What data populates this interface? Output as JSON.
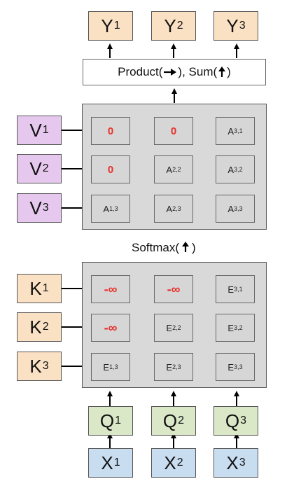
{
  "outputs": [
    {
      "letter": "Y",
      "index": "1"
    },
    {
      "letter": "Y",
      "index": "2"
    },
    {
      "letter": "Y",
      "index": "3"
    }
  ],
  "product_label": "Product(➞), Sum(🡅)",
  "product_text": {
    "prefix": "Product(",
    "mid": "), Sum(",
    "suffix": ")"
  },
  "values": [
    {
      "letter": "V",
      "index": "1"
    },
    {
      "letter": "V",
      "index": "2"
    },
    {
      "letter": "V",
      "index": "3"
    }
  ],
  "attention_matrix": [
    [
      {
        "text": "0",
        "red": true
      },
      {
        "text": "0",
        "red": true
      },
      {
        "base": "A",
        "sub": "3,1"
      }
    ],
    [
      {
        "text": "0",
        "red": true
      },
      {
        "base": "A",
        "sub": "2,2"
      },
      {
        "base": "A",
        "sub": "3,2"
      }
    ],
    [
      {
        "base": "A",
        "sub": "1,3"
      },
      {
        "base": "A",
        "sub": "2,3"
      },
      {
        "base": "A",
        "sub": "3,3"
      }
    ]
  ],
  "softmax_text": {
    "prefix": "Softmax(",
    "suffix": ")"
  },
  "keys": [
    {
      "letter": "K",
      "index": "1"
    },
    {
      "letter": "K",
      "index": "2"
    },
    {
      "letter": "K",
      "index": "3"
    }
  ],
  "energy_matrix": [
    [
      {
        "text": "-∞",
        "red": true
      },
      {
        "text": "-∞",
        "red": true
      },
      {
        "base": "E",
        "sub": "3,1"
      }
    ],
    [
      {
        "text": "-∞",
        "red": true
      },
      {
        "base": "E",
        "sub": "2,2"
      },
      {
        "base": "E",
        "sub": "3,2"
      }
    ],
    [
      {
        "base": "E",
        "sub": "1,3"
      },
      {
        "base": "E",
        "sub": "2,3"
      },
      {
        "base": "E",
        "sub": "3,3"
      }
    ]
  ],
  "queries": [
    {
      "letter": "Q",
      "index": "1"
    },
    {
      "letter": "Q",
      "index": "2"
    },
    {
      "letter": "Q",
      "index": "3"
    }
  ],
  "inputs": [
    {
      "letter": "X",
      "index": "1"
    },
    {
      "letter": "X",
      "index": "2"
    },
    {
      "letter": "X",
      "index": "3"
    }
  ]
}
